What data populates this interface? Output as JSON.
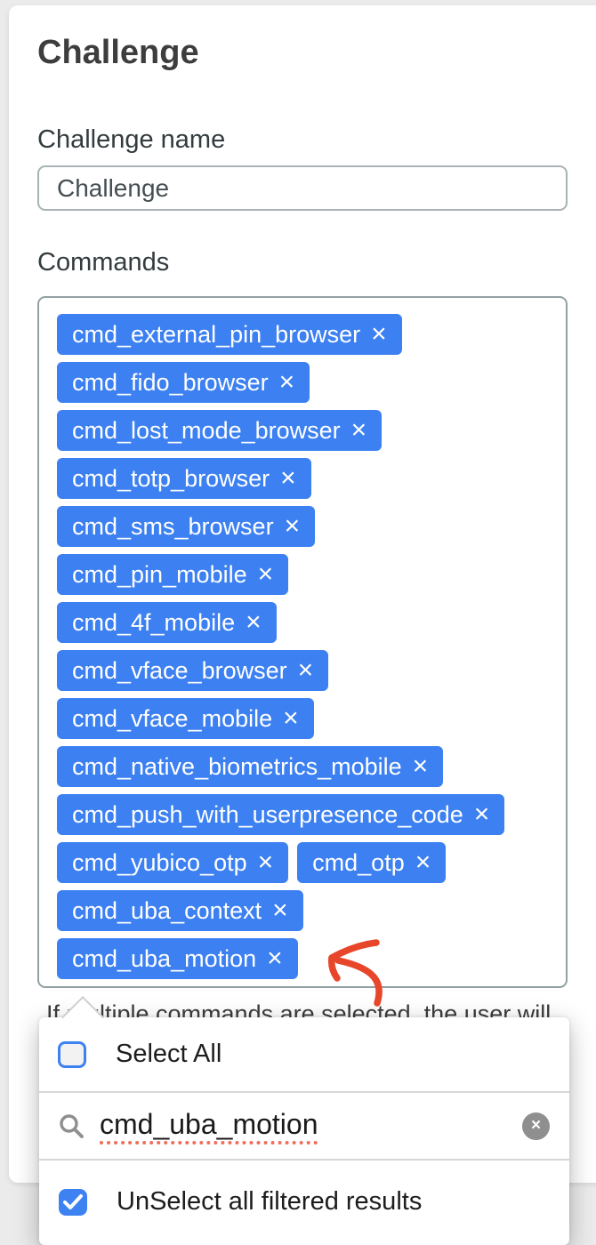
{
  "page_title": "Challenge",
  "form": {
    "name_field": {
      "label": "Challenge name",
      "value": "Challenge"
    },
    "commands_field": {
      "label": "Commands",
      "remove_icon": "×",
      "rows": [
        [
          "cmd_external_pin_browser"
        ],
        [
          "cmd_fido_browser"
        ],
        [
          "cmd_lost_mode_browser"
        ],
        [
          "cmd_totp_browser"
        ],
        [
          "cmd_sms_browser"
        ],
        [
          "cmd_pin_mobile"
        ],
        [
          "cmd_4f_mobile"
        ],
        [
          "cmd_vface_browser"
        ],
        [
          "cmd_vface_mobile"
        ],
        [
          "cmd_native_biometrics_mobile"
        ],
        [
          "cmd_push_with_userpresence_code"
        ],
        [
          "cmd_yubico_otp",
          "cmd_otp"
        ],
        [
          "cmd_uba_context"
        ],
        [
          "cmd_uba_motion"
        ]
      ]
    },
    "help_text": "If multiple commands are selected, the user will"
  },
  "dropdown": {
    "select_all": {
      "label": "Select All",
      "checked": false
    },
    "search": {
      "value": "cmd_uba_motion",
      "clear_icon": "×"
    },
    "unselect_filtered": {
      "label": "UnSelect all filtered results",
      "checked": true
    }
  },
  "annotation": {
    "type": "hand-drawn-arrow",
    "color": "#e8462a",
    "points_to": "cmd_uba_motion"
  },
  "colors": {
    "tag-blue": "#3c80f1",
    "accent-blue": "#3e82f2",
    "page-bg": "#ebebeb",
    "misspell-red": "#ef6e5f"
  }
}
